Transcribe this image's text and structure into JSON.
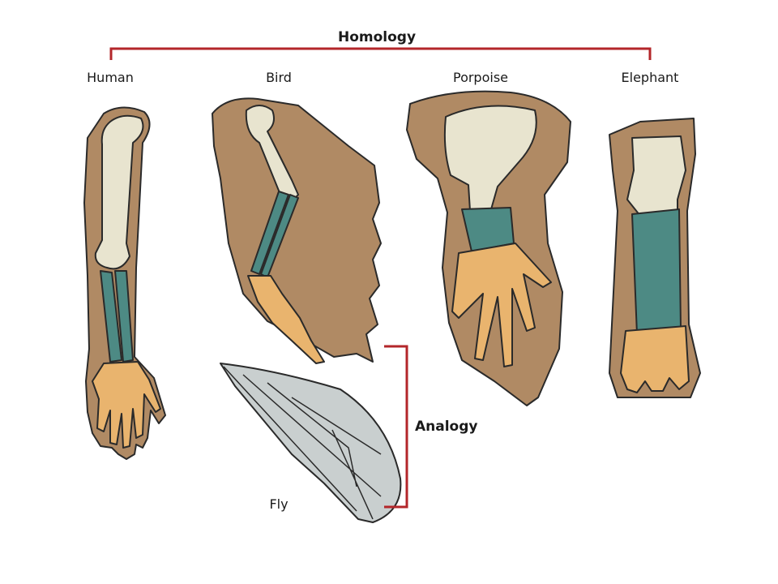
{
  "title": "Homology",
  "labels": {
    "human": "Human",
    "bird": "Bird",
    "porpoise": "Porpoise",
    "elephant": "Elephant",
    "fly": "Fly",
    "analogy": "Analogy"
  },
  "colors": {
    "bracket": "#b3262a",
    "limb_skin": "#b08a64",
    "upper_bone": "#e8e4cf",
    "forearm_bone": "#4d8a84",
    "hand_bone": "#e9b46e",
    "fly_wing": "#c9cfcf",
    "outline": "#2a2a2a"
  }
}
